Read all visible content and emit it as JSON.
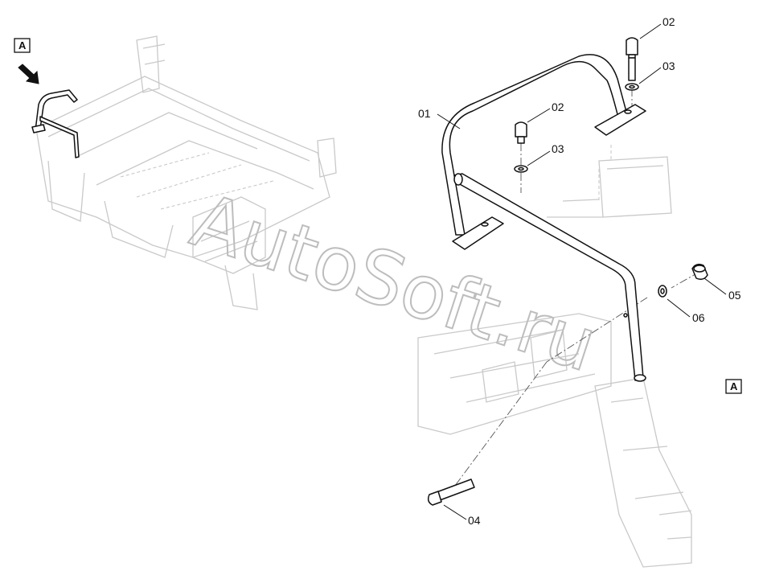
{
  "view_marker": {
    "top_left": "A",
    "right": "A"
  },
  "callouts": {
    "c01": "01",
    "c02a": "02",
    "c03a": "03",
    "c02b": "02",
    "c03b": "03",
    "c04": "04",
    "c05": "05",
    "c06": "06"
  },
  "watermark": "AutoSoft.ru",
  "colors": {
    "line": "#111111",
    "ghost": "#c9c9c9",
    "watermark": "#bdbdbd"
  }
}
